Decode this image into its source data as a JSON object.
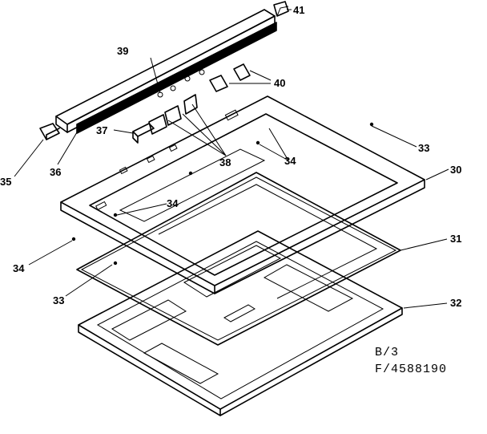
{
  "callouts": {
    "c30": "30",
    "c31": "31",
    "c32": "32",
    "c33a": "33",
    "c33b": "33",
    "c34a": "34",
    "c34b": "34",
    "c34c": "34",
    "c35": "35",
    "c36": "36",
    "c37": "37",
    "c38": "38",
    "c39": "39",
    "c40": "40",
    "c41": "41"
  },
  "reference": {
    "line1": "B/3",
    "line2": "F/4588190"
  }
}
